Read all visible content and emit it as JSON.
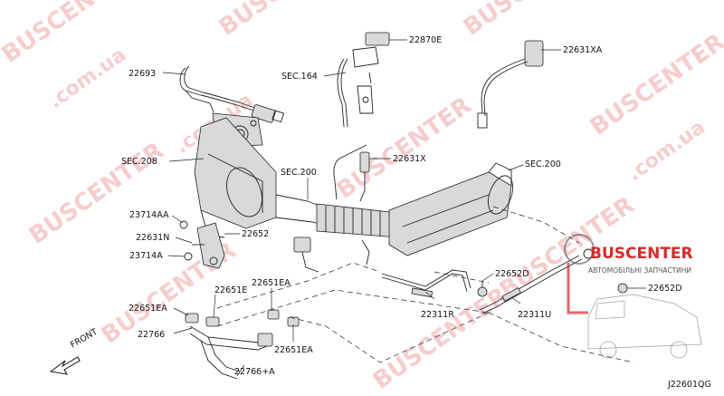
{
  "labels": {
    "p22870E": "22870E",
    "p22631XA": "22631XA",
    "p22693": "22693",
    "sec164": "SEC.164",
    "sec208": "SEC.208",
    "sec200a": "SEC.200",
    "p22631X": "22631X",
    "sec200b": "SEC.200",
    "p23714AA": "23714AA",
    "p22631N": "22631N",
    "p22652": "22652",
    "p23714A": "23714A",
    "p22651EA_top": "22651EA",
    "p22652D_a": "22652D",
    "p22652D_b": "22652D",
    "p22651EA_left": "22651EA",
    "p22651E": "22651E",
    "p22311R": "22311R",
    "p22311U": "22311U",
    "p22766": "22766",
    "p22651EA_bottom": "22651EA",
    "p22766A": "22766+A",
    "front": "FRONT",
    "diagram_code": "J22601QG"
  },
  "watermark": {
    "brand": "BUSCENTER",
    "domain": "buscenter.com.ua",
    "site_fragment": ".com.ua",
    "logo_text": "BUSCENTER",
    "logo_subtitle": "АВТОМОБІЛЬНІ ЗАПЧАСТИНИ"
  },
  "colors": {
    "line": "#222222",
    "watermark": "#e05050",
    "logo_red": "#d42a2a",
    "logo_gray": "#555555"
  }
}
